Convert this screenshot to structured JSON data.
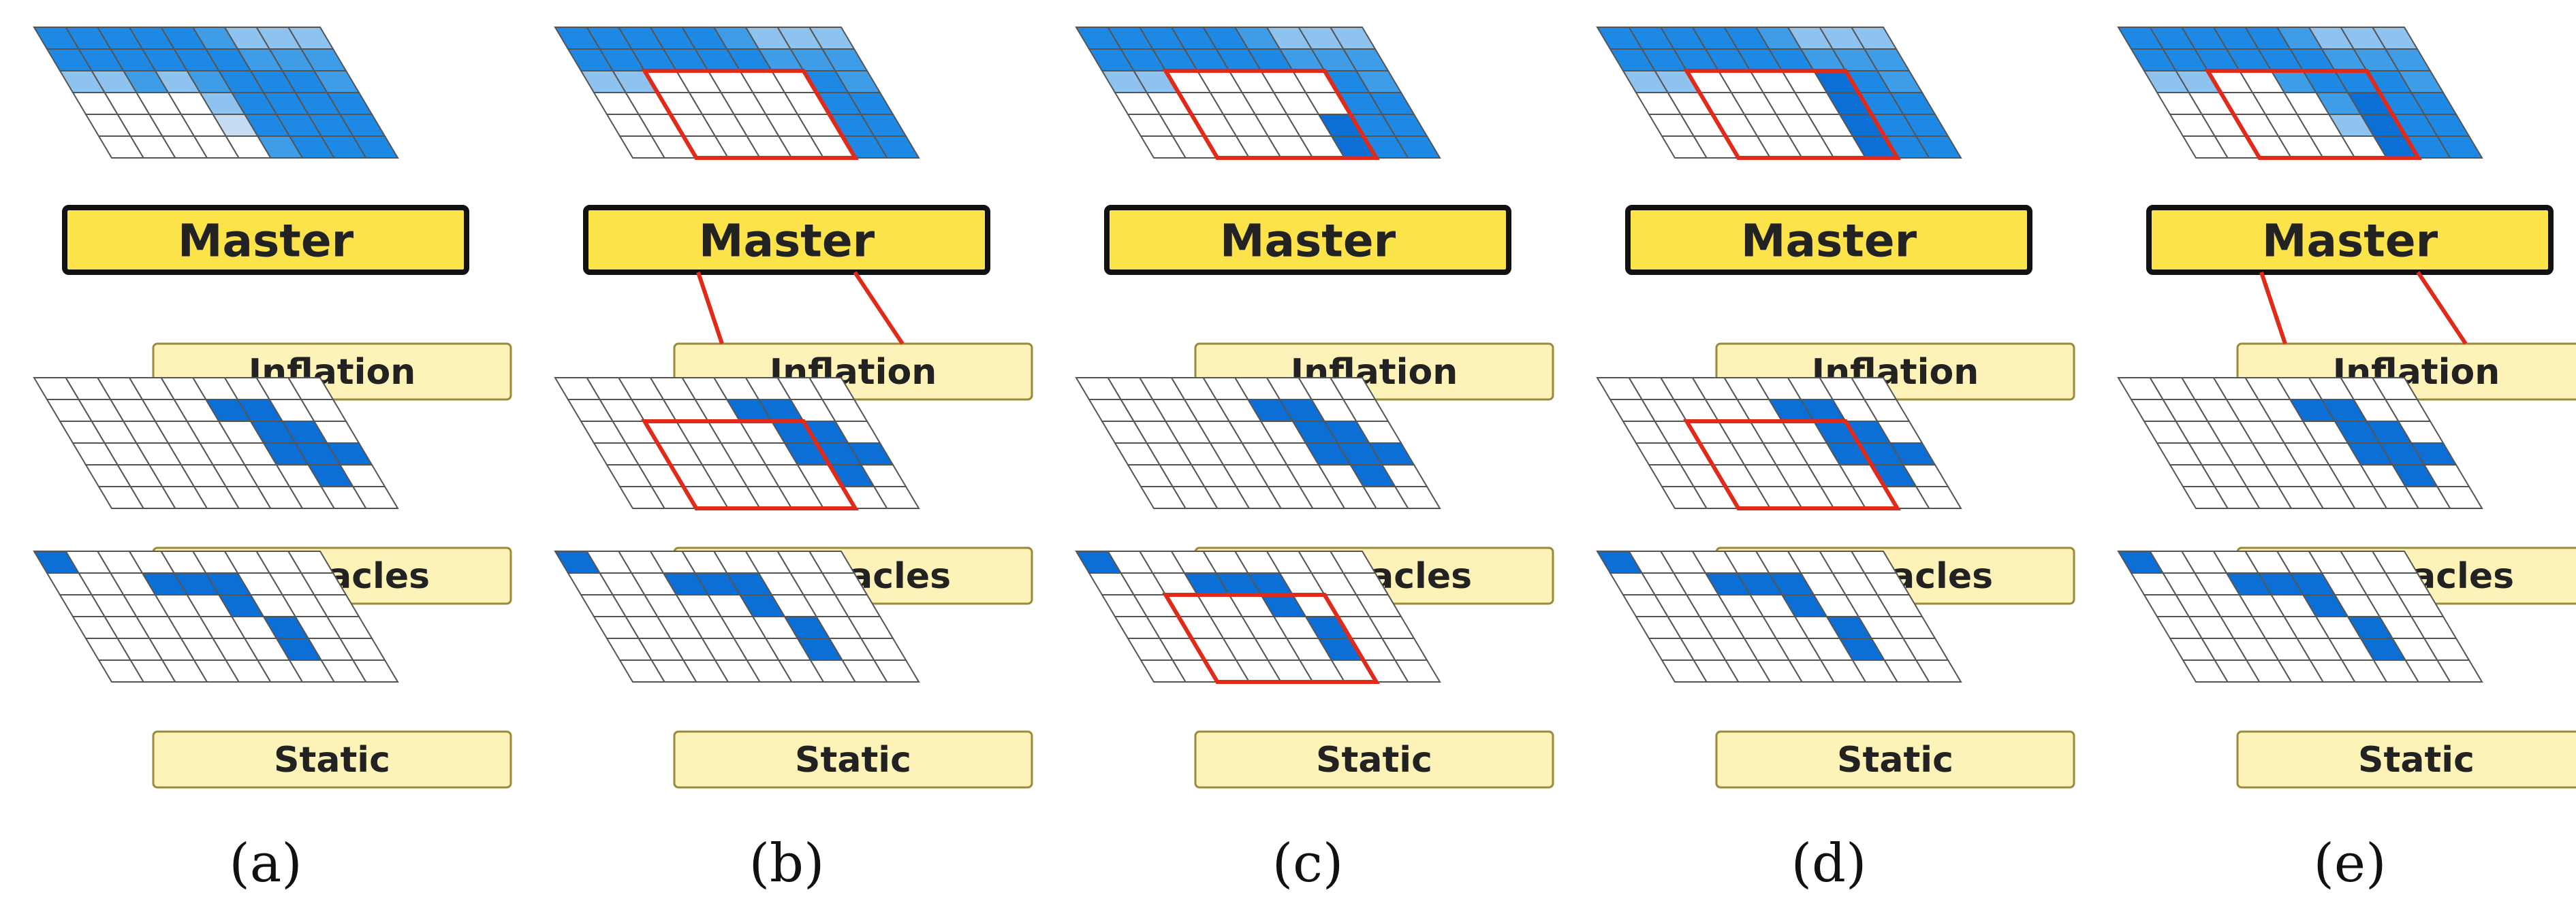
{
  "labels": {
    "master": "Master",
    "inflation": "Inflation",
    "obstacles": "Obstacles",
    "static": "Static"
  },
  "colors": {
    "blue_1": "#c5dcf3",
    "blue_2": "#8ec3ef",
    "blue_3": "#3f9de8",
    "blue_4": "#1e88e5",
    "blue_5": "#0a6fd8",
    "obstacle_blue": "#0b6fd6",
    "window_red": "#e02a1a",
    "master_fill": "#fce34a",
    "layer_fill": "#fdf3b8"
  },
  "grid": {
    "cols": 9,
    "rows": 6
  },
  "layers": {
    "master_base": [
      [
        4,
        4,
        4,
        4,
        4,
        3,
        2,
        2,
        2
      ],
      [
        4,
        4,
        4,
        4,
        4,
        4,
        3,
        3,
        3
      ],
      [
        2,
        2,
        3,
        2,
        3,
        4,
        4,
        4,
        3
      ],
      [
        0,
        0,
        0,
        0,
        2,
        4,
        4,
        4,
        4
      ],
      [
        0,
        0,
        0,
        0,
        1,
        4,
        4,
        4,
        4
      ],
      [
        0,
        0,
        0,
        0,
        0,
        3,
        4,
        4,
        4
      ]
    ],
    "obstacles": [
      [
        0,
        0,
        0,
        0,
        0,
        0,
        0,
        0,
        0
      ],
      [
        0,
        0,
        0,
        0,
        0,
        5,
        5,
        0,
        0
      ],
      [
        0,
        0,
        0,
        0,
        0,
        0,
        5,
        5,
        0
      ],
      [
        0,
        0,
        0,
        0,
        0,
        0,
        5,
        5,
        5
      ],
      [
        0,
        0,
        0,
        0,
        0,
        0,
        0,
        5,
        0
      ],
      [
        0,
        0,
        0,
        0,
        0,
        0,
        0,
        0,
        0
      ]
    ],
    "static": [
      [
        5,
        0,
        0,
        0,
        0,
        0,
        0,
        0,
        0
      ],
      [
        0,
        0,
        0,
        5,
        5,
        5,
        0,
        0,
        0
      ],
      [
        0,
        0,
        0,
        0,
        0,
        5,
        0,
        0,
        0
      ],
      [
        0,
        0,
        0,
        0,
        0,
        0,
        5,
        0,
        0
      ],
      [
        0,
        0,
        0,
        0,
        0,
        0,
        5,
        0,
        0
      ],
      [
        0,
        0,
        0,
        0,
        0,
        0,
        0,
        0,
        0
      ]
    ]
  },
  "panels": [
    {
      "caption": "(a)",
      "window": null,
      "master_override": null
    },
    {
      "caption": "(b)",
      "window": "master-obstacles",
      "link": "master-inflation",
      "master_override": "clear"
    },
    {
      "caption": "(c)",
      "window": "master-static",
      "link": null,
      "master_override": "static"
    },
    {
      "caption": "(d)",
      "window": "master-obstacles",
      "link": null,
      "master_override": "obstacles"
    },
    {
      "caption": "(e)",
      "window": "master",
      "link": "master-inflation",
      "master_override": "inflated"
    }
  ]
}
